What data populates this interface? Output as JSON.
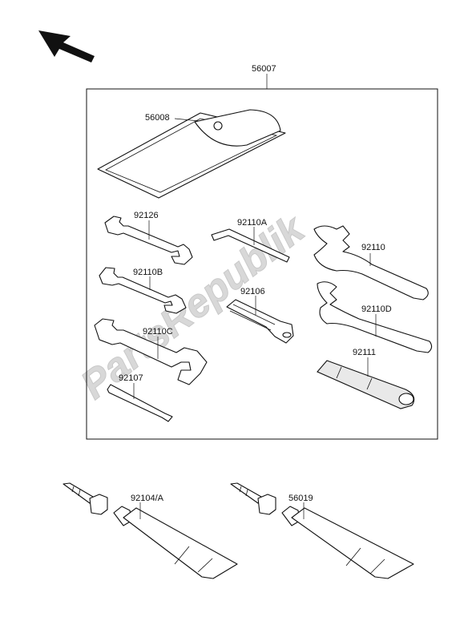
{
  "parts": {
    "p56007": "56007",
    "p56008": "56008",
    "p92126": "92126",
    "p92110A": "92110A",
    "p92110": "92110",
    "p92110B": "92110B",
    "p92106": "92106",
    "p92110D": "92110D",
    "p92110C": "92110C",
    "p92111": "92111",
    "p92107": "92107",
    "p92104A": "92104/A",
    "p56019": "56019"
  },
  "watermark": "PartsRepublik",
  "icons": {
    "direction": "arrow-up-left-icon"
  }
}
